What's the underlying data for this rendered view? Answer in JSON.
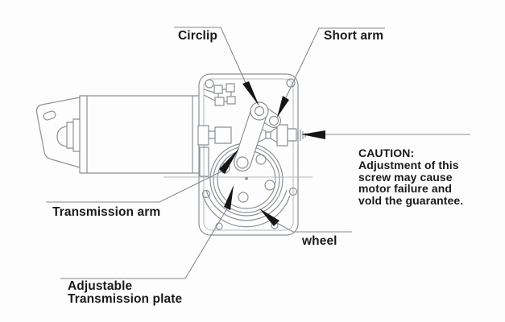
{
  "diagram_labels": {
    "circlip": "Circlip",
    "short_arm": "Short arm",
    "transmission_arm": "Transmission arm",
    "wheel": "wheel",
    "adjustable_plate": [
      "Adjustable",
      "Transmission plate"
    ]
  },
  "caution": {
    "title": "CAUTION:",
    "lines": [
      "Adjustment of this",
      "screw may cause",
      "motor failure and",
      "vold the guarantee."
    ]
  },
  "colors": {
    "background": "#fdfdfd",
    "line": "#8d9196",
    "line2": "#b3b7bb",
    "leader": "#85898d",
    "arrow": "#151515",
    "text": "#1a1a1a"
  }
}
